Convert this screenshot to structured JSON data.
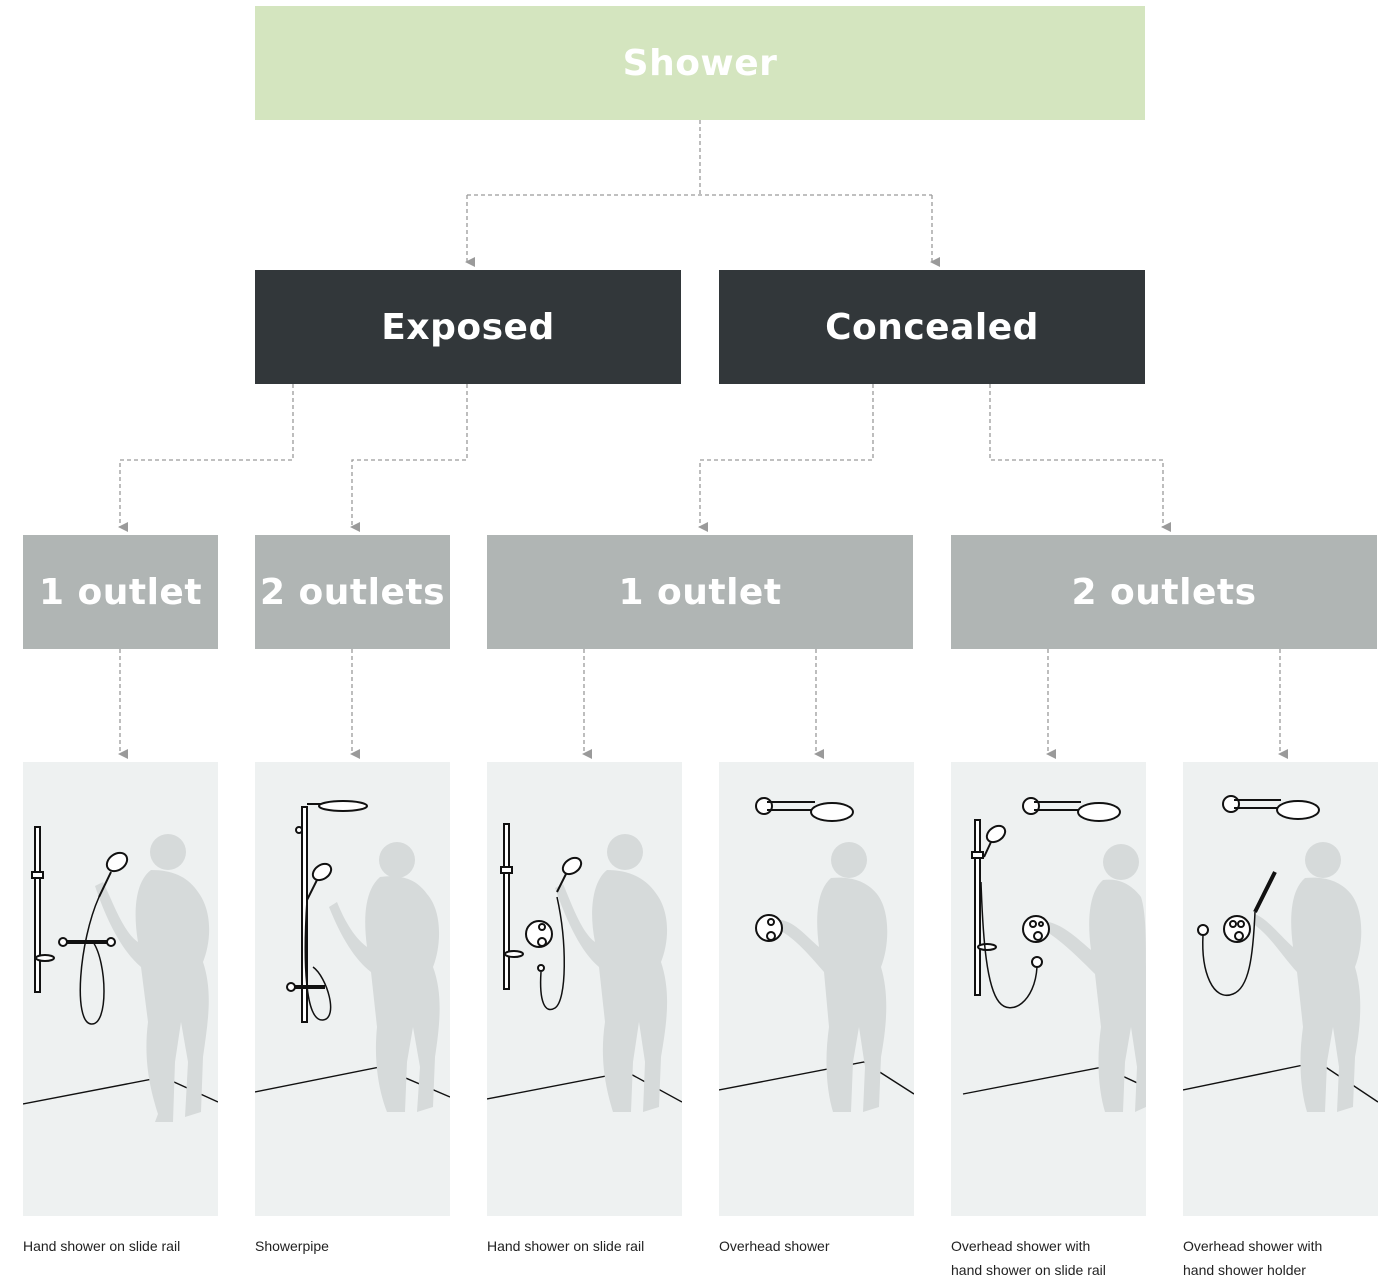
{
  "root": {
    "label": "Shower"
  },
  "categories": [
    {
      "label": "Exposed"
    },
    {
      "label": "Concealed"
    }
  ],
  "outlets": [
    {
      "label": "1 outlet"
    },
    {
      "label": "2 outlets"
    },
    {
      "label": "1 outlet"
    },
    {
      "label": "2 outlets"
    }
  ],
  "products": [
    {
      "caption": "Hand shower on slide rail",
      "icon": "hand-shower-slide-rail-thermostat-icon"
    },
    {
      "caption": "Showerpipe",
      "icon": "showerpipe-icon"
    },
    {
      "caption": "Hand shower on slide rail",
      "icon": "hand-shower-slide-rail-concealed-icon"
    },
    {
      "caption": "Overhead shower",
      "icon": "overhead-shower-icon"
    },
    {
      "caption": "Overhead shower with\nhand shower on slide rail",
      "icon": "overhead-and-slide-rail-icon"
    },
    {
      "caption": "Overhead shower with\nhand shower holder",
      "icon": "overhead-and-holder-icon"
    }
  ],
  "colors": {
    "root": "#d4e5bf",
    "category": "#32373a",
    "outlet": "#b0b5b4",
    "panel": "#eef1f1",
    "connector": "#9a9a9a"
  }
}
